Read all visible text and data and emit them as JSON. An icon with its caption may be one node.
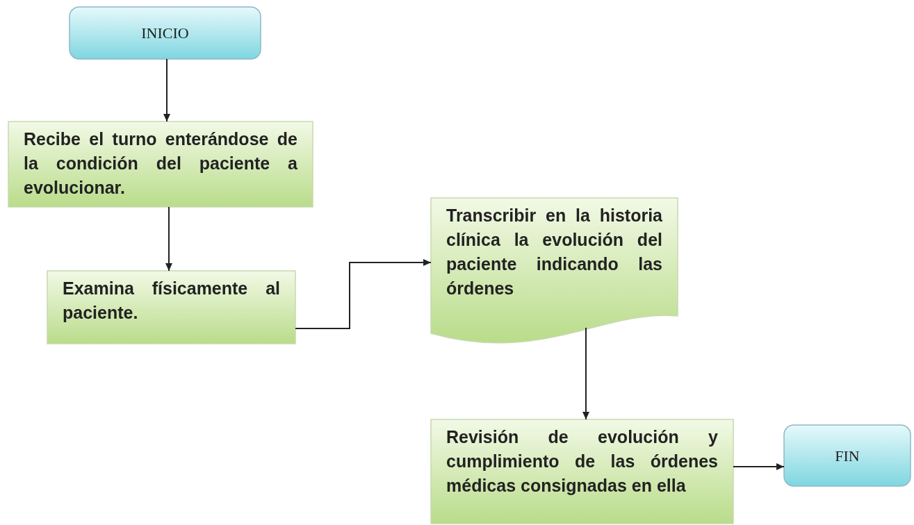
{
  "diagram": {
    "nodes": [
      {
        "text": [
          "INICIO"
        ]
      },
      {
        "text": [
          "Recibe el turno enterándose de la condición del paciente a evolucionar."
        ]
      },
      {
        "text": [
          "Examina físicamente al paciente."
        ]
      },
      {
        "text": [
          "Transcribir en la historia clínica la evolución del paciente indicando las órdenes"
        ]
      },
      {
        "text": [
          "Revisión de evolución y cumplimiento de las órdenes médicas consignadas en ella"
        ]
      },
      {
        "text": [
          "FIN"
        ]
      }
    ],
    "edges": [
      {
        "from": 0,
        "to": 1,
        "arrow": "to"
      },
      {
        "from": 1,
        "to": 2,
        "arrow": "to"
      },
      {
        "from": 2,
        "to": 3,
        "arrow": "to"
      },
      {
        "from": 3,
        "to": 4,
        "arrow": "to"
      },
      {
        "from": 4,
        "to": 5,
        "arrow": "to"
      }
    ]
  }
}
